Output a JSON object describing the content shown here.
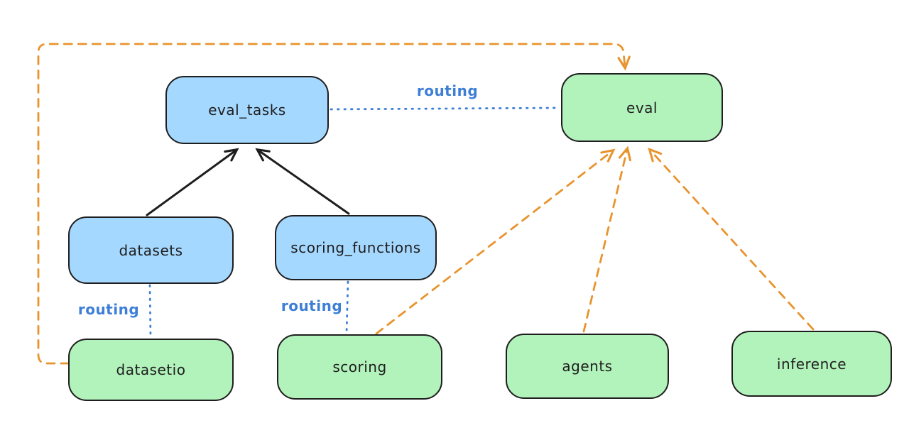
{
  "diagram": {
    "nodes": {
      "eval_tasks": {
        "label": "eval_tasks",
        "color": "blue"
      },
      "eval": {
        "label": "eval",
        "color": "green"
      },
      "datasets": {
        "label": "datasets",
        "color": "blue"
      },
      "scoring_functions": {
        "label": "scoring_functions",
        "color": "blue"
      },
      "datasetio": {
        "label": "datasetio",
        "color": "green"
      },
      "scoring": {
        "label": "scoring",
        "color": "green"
      },
      "agents": {
        "label": "agents",
        "color": "green"
      },
      "inference": {
        "label": "inference",
        "color": "green"
      }
    },
    "edges": [
      {
        "from": "datasets",
        "to": "eval_tasks",
        "style": "solid",
        "color": "black",
        "arrow": true,
        "label": ""
      },
      {
        "from": "scoring_functions",
        "to": "eval_tasks",
        "style": "solid",
        "color": "black",
        "arrow": true,
        "label": ""
      },
      {
        "from": "eval_tasks",
        "to": "eval",
        "style": "dotted",
        "color": "blue",
        "arrow": false,
        "label": "routing"
      },
      {
        "from": "datasets",
        "to": "datasetio",
        "style": "dotted",
        "color": "blue",
        "arrow": false,
        "label": "routing"
      },
      {
        "from": "scoring_functions",
        "to": "scoring",
        "style": "dotted",
        "color": "blue",
        "arrow": false,
        "label": "routing"
      },
      {
        "from": "datasetio",
        "to": "eval",
        "style": "dashed",
        "color": "orange",
        "arrow": true,
        "label": "",
        "route": "around-left-and-top"
      },
      {
        "from": "scoring",
        "to": "eval",
        "style": "dashed",
        "color": "orange",
        "arrow": true,
        "label": ""
      },
      {
        "from": "agents",
        "to": "eval",
        "style": "dashed",
        "color": "orange",
        "arrow": true,
        "label": ""
      },
      {
        "from": "inference",
        "to": "eval",
        "style": "dashed",
        "color": "orange",
        "arrow": true,
        "label": ""
      }
    ],
    "colors": {
      "blue_fill": "#a5d8ff",
      "green_fill": "#b2f2bb",
      "stroke": "#1e1e1e",
      "orange": "#e8942e",
      "routing_blue": "#3d7fd6",
      "background": "#ffffff"
    }
  }
}
